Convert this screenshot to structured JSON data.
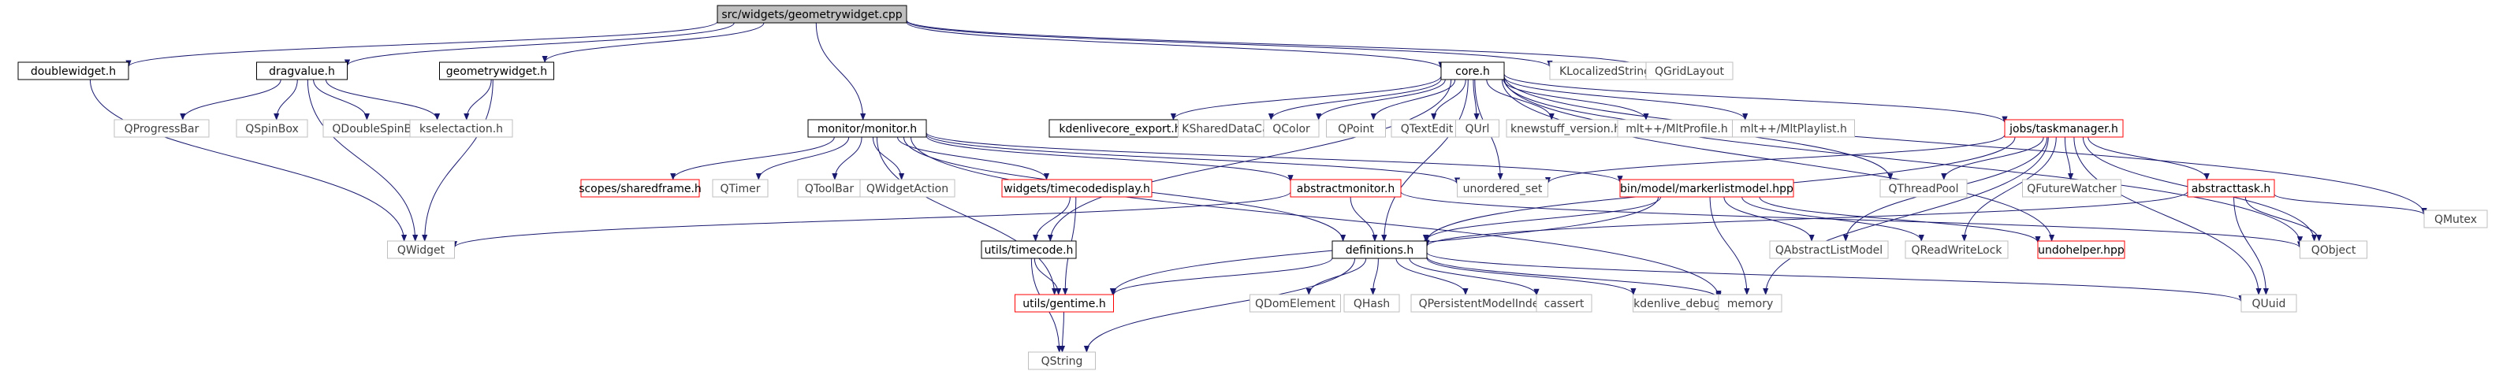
{
  "graph": {
    "colors": {
      "edge": "#191970",
      "edge_gray": "#a9a9a9",
      "node_black": "#000000",
      "node_red": "#ff0000",
      "node_gray": "#bfbfbf",
      "node_root_fill": "#bfbfbf",
      "text_normal": "#000000",
      "text_gray": "#404040"
    },
    "nodes": [
      {
        "id": "root",
        "label": "src/widgets/geometrywidget.cpp",
        "style": "root"
      },
      {
        "id": "doublewidget",
        "label": "doublewidget.h",
        "style": "black"
      },
      {
        "id": "dragvalue",
        "label": "dragvalue.h",
        "style": "black"
      },
      {
        "id": "geometrywidget",
        "label": "geometrywidget.h",
        "style": "black"
      },
      {
        "id": "core",
        "label": "core.h",
        "style": "black"
      },
      {
        "id": "klocalized",
        "label": "KLocalizedString",
        "style": "gray"
      },
      {
        "id": "qgridlayout",
        "label": "QGridLayout",
        "style": "gray"
      },
      {
        "id": "qprogressbar",
        "label": "QProgressBar",
        "style": "gray"
      },
      {
        "id": "qspinbox",
        "label": "QSpinBox",
        "style": "gray"
      },
      {
        "id": "qdoublespinbox",
        "label": "QDoubleSpinBox",
        "style": "gray"
      },
      {
        "id": "kselectaction",
        "label": "kselectaction.h",
        "style": "gray"
      },
      {
        "id": "monitor",
        "label": "monitor/monitor.h",
        "style": "black"
      },
      {
        "id": "kdenlivecore",
        "label": "kdenlivecore_export.h",
        "style": "black"
      },
      {
        "id": "ksharedcache",
        "label": "KSharedDataCache",
        "style": "gray"
      },
      {
        "id": "qcolor",
        "label": "QColor",
        "style": "gray"
      },
      {
        "id": "qpoint",
        "label": "QPoint",
        "style": "gray"
      },
      {
        "id": "qtextedit",
        "label": "QTextEdit",
        "style": "gray"
      },
      {
        "id": "qurl",
        "label": "QUrl",
        "style": "gray"
      },
      {
        "id": "knewstuff",
        "label": "knewstuff_version.h",
        "style": "gray"
      },
      {
        "id": "mltprofile",
        "label": "mlt++/MltProfile.h",
        "style": "gray"
      },
      {
        "id": "mltplaylist",
        "label": "mlt++/MltPlaylist.h",
        "style": "gray"
      },
      {
        "id": "taskmanager",
        "label": "jobs/taskmanager.h",
        "style": "red"
      },
      {
        "id": "scopes",
        "label": "scopes/sharedframe.h",
        "style": "red"
      },
      {
        "id": "qtimer",
        "label": "QTimer",
        "style": "gray"
      },
      {
        "id": "qtoolbar",
        "label": "QToolBar",
        "style": "gray"
      },
      {
        "id": "qwidgetaction",
        "label": "QWidgetAction",
        "style": "gray"
      },
      {
        "id": "timecodedisplay",
        "label": "widgets/timecodedisplay.h",
        "style": "red"
      },
      {
        "id": "abstractmonitor",
        "label": "abstractmonitor.h",
        "style": "red"
      },
      {
        "id": "unorderedset",
        "label": "unordered_set",
        "style": "gray"
      },
      {
        "id": "markerlist",
        "label": "bin/model/markerlistmodel.hpp",
        "style": "red"
      },
      {
        "id": "qthreadpool",
        "label": "QThreadPool",
        "style": "gray"
      },
      {
        "id": "qfuturewatcher",
        "label": "QFutureWatcher",
        "style": "gray"
      },
      {
        "id": "abstracttask",
        "label": "abstracttask.h",
        "style": "red"
      },
      {
        "id": "qmutex",
        "label": "QMutex",
        "style": "gray"
      },
      {
        "id": "qwidget",
        "label": "QWidget",
        "style": "gray"
      },
      {
        "id": "timecode",
        "label": "utils/timecode.h",
        "style": "black"
      },
      {
        "id": "definitions",
        "label": "definitions.h",
        "style": "black"
      },
      {
        "id": "qabstractlist",
        "label": "QAbstractListModel",
        "style": "gray"
      },
      {
        "id": "qreadwritelock",
        "label": "QReadWriteLock",
        "style": "gray"
      },
      {
        "id": "undohelper",
        "label": "undohelper.hpp",
        "style": "red"
      },
      {
        "id": "qobject",
        "label": "QObject",
        "style": "gray"
      },
      {
        "id": "gentime",
        "label": "utils/gentime.h",
        "style": "red"
      },
      {
        "id": "qdomelement",
        "label": "QDomElement",
        "style": "gray"
      },
      {
        "id": "qhash",
        "label": "QHash",
        "style": "gray"
      },
      {
        "id": "qpersistent",
        "label": "QPersistentModelIndex",
        "style": "gray"
      },
      {
        "id": "cassert",
        "label": "cassert",
        "style": "gray"
      },
      {
        "id": "kdenlivedebug",
        "label": "kdenlive_debug.h",
        "style": "gray"
      },
      {
        "id": "memory",
        "label": "memory",
        "style": "gray"
      },
      {
        "id": "quuid",
        "label": "QUuid",
        "style": "gray"
      },
      {
        "id": "qstring",
        "label": "QString",
        "style": "gray"
      }
    ],
    "edges": [
      [
        "root",
        "doublewidget"
      ],
      [
        "root",
        "dragvalue"
      ],
      [
        "root",
        "geometrywidget"
      ],
      [
        "root",
        "core"
      ],
      [
        "root",
        "klocalized"
      ],
      [
        "root",
        "qgridlayout"
      ],
      [
        "root",
        "monitor"
      ],
      [
        "doublewidget",
        "qwidget"
      ],
      [
        "dragvalue",
        "qprogressbar"
      ],
      [
        "dragvalue",
        "qspinbox"
      ],
      [
        "dragvalue",
        "qdoublespinbox"
      ],
      [
        "dragvalue",
        "kselectaction"
      ],
      [
        "dragvalue",
        "qwidget"
      ],
      [
        "geometrywidget",
        "kselectaction"
      ],
      [
        "geometrywidget",
        "qwidget"
      ],
      [
        "core",
        "kdenlivecore"
      ],
      [
        "core",
        "ksharedcache"
      ],
      [
        "core",
        "qcolor"
      ],
      [
        "core",
        "qpoint"
      ],
      [
        "core",
        "qtextedit"
      ],
      [
        "core",
        "qurl"
      ],
      [
        "core",
        "knewstuff"
      ],
      [
        "core",
        "mltprofile"
      ],
      [
        "core",
        "mltplaylist"
      ],
      [
        "core",
        "taskmanager"
      ],
      [
        "core",
        "unorderedset"
      ],
      [
        "core",
        "definitions"
      ],
      [
        "core",
        "undohelper"
      ],
      [
        "core",
        "qthreadpool"
      ],
      [
        "core",
        "qobject"
      ],
      [
        "core",
        "qmutex"
      ],
      [
        "core",
        "timecode"
      ],
      [
        "monitor",
        "scopes"
      ],
      [
        "monitor",
        "qtimer"
      ],
      [
        "monitor",
        "qtoolbar"
      ],
      [
        "monitor",
        "qwidgetaction"
      ],
      [
        "monitor",
        "timecodedisplay"
      ],
      [
        "monitor",
        "abstractmonitor"
      ],
      [
        "monitor",
        "unorderedset"
      ],
      [
        "monitor",
        "markerlist"
      ],
      [
        "monitor",
        "definitions"
      ],
      [
        "monitor",
        "gentime"
      ],
      [
        "monitor",
        "memory"
      ],
      [
        "taskmanager",
        "unorderedset"
      ],
      [
        "taskmanager",
        "qthreadpool"
      ],
      [
        "taskmanager",
        "qfuturewatcher"
      ],
      [
        "taskmanager",
        "abstracttask"
      ],
      [
        "taskmanager",
        "qabstractlist"
      ],
      [
        "taskmanager",
        "qreadwritelock"
      ],
      [
        "taskmanager",
        "memory"
      ],
      [
        "taskmanager",
        "qobject"
      ],
      [
        "taskmanager",
        "quuid"
      ],
      [
        "taskmanager",
        "definitions"
      ],
      [
        "timecodedisplay",
        "timecode"
      ],
      [
        "timecodedisplay",
        "gentime"
      ],
      [
        "abstractmonitor",
        "qwidget"
      ],
      [
        "abstractmonitor",
        "definitions"
      ],
      [
        "abstractmonitor",
        "qobject"
      ],
      [
        "markerlist",
        "definitions"
      ],
      [
        "markerlist",
        "gentime"
      ],
      [
        "markerlist",
        "qabstractlist"
      ],
      [
        "markerlist",
        "qreadwritelock"
      ],
      [
        "markerlist",
        "undohelper"
      ],
      [
        "markerlist",
        "memory"
      ],
      [
        "abstracttask",
        "definitions"
      ],
      [
        "abstracttask",
        "qobject"
      ],
      [
        "abstracttask",
        "quuid"
      ],
      [
        "abstracttask",
        "qmutex"
      ],
      [
        "timecode",
        "gentime"
      ],
      [
        "timecode",
        "qstring"
      ],
      [
        "definitions",
        "gentime"
      ],
      [
        "definitions",
        "qdomelement"
      ],
      [
        "definitions",
        "qhash"
      ],
      [
        "definitions",
        "qpersistent"
      ],
      [
        "definitions",
        "cassert"
      ],
      [
        "definitions",
        "kdenlivedebug"
      ],
      [
        "definitions",
        "memory"
      ],
      [
        "definitions",
        "qstring"
      ],
      [
        "definitions",
        "quuid"
      ],
      [
        "gentime",
        "qstring"
      ]
    ]
  }
}
